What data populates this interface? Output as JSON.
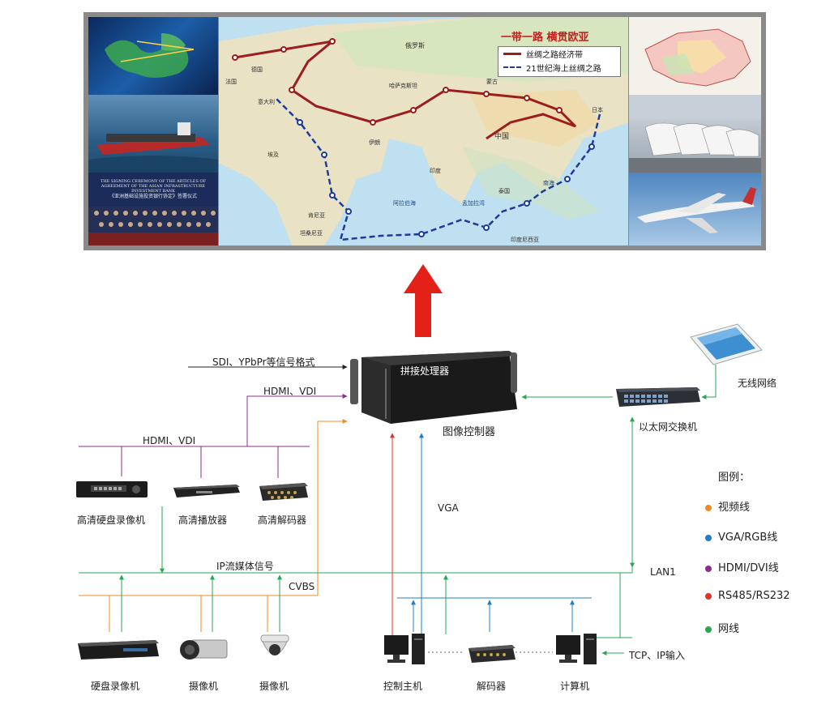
{
  "wall": {
    "map_title": "一带一路  横贯欧亚",
    "legend_land": "丝绸之路经济带",
    "legend_sea": "21世纪海上丝绸之路",
    "aiib_caption": "THE SIGNING CEREMONY OF THE ARTICLES OF AGREEMENT OF THE ASIAN INFRASTRUCTURE INVESTMENT BANK",
    "aiib_caption_cn": "《亚洲基础设施投资银行协定》签署仪式",
    "map_places": [
      "法国",
      "德国",
      "意大利",
      "俄罗斯",
      "哈萨克斯坦",
      "蒙古",
      "中国",
      "伊朗",
      "印度",
      "泰国",
      "印度尼西亚",
      "日本",
      "埃及",
      "阿拉伯海",
      "孟加拉湾",
      "南海",
      "肯尼亚",
      "坦桑尼亚"
    ]
  },
  "processor": {
    "title": "拼接处理器",
    "caption": "图像控制器"
  },
  "switch": {
    "caption": "以太网交换机"
  },
  "tablet": {
    "caption": "无线网络"
  },
  "labels": {
    "sdi": "SDI、YPbPr等信号格式",
    "hdmi_top": "HDMI、VDI",
    "hdmi_bus": "HDMI、VDI",
    "vga": "VGA",
    "ip_stream": "IP流媒体信号",
    "cvbs": "CVBS",
    "lan1": "LAN1",
    "tcp_ip": "TCP、IP输入"
  },
  "devices": {
    "hd_dvr": "高清硬盘录像机",
    "hd_player": "高清播放器",
    "hd_decoder": "高清解码器",
    "dvr": "硬盘录像机",
    "camera1": "摄像机",
    "camera2": "摄像机",
    "control_host": "控制主机",
    "decoder": "解码器",
    "computer": "计算机"
  },
  "legend": {
    "title": "图例：",
    "items": [
      {
        "label": "视频线",
        "color": "#f08a24"
      },
      {
        "label": "VGA/RGB线",
        "color": "#1f7fc4"
      },
      {
        "label": "HDMI/DVI线",
        "color": "#8e2c8e"
      },
      {
        "label": "RS485/RS232",
        "color": "#e0332b"
      },
      {
        "label": "网线",
        "color": "#2aa653"
      }
    ]
  },
  "colors": {
    "video": "#f08a24",
    "vga": "#1f7fc4",
    "hdmi": "#8e2c8e",
    "rs485": "#e0332b",
    "net": "#2aa653",
    "arrow_up": "#e32119",
    "land_route": "#9c1d1d",
    "sea_route": "#1d3a9c"
  }
}
